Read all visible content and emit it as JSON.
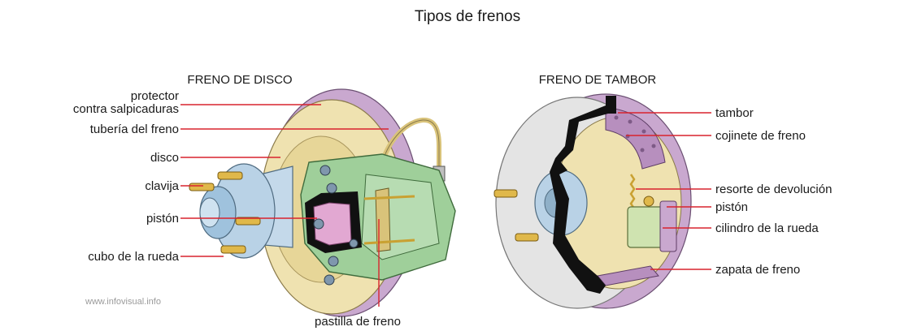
{
  "title": "Tipos de frenos",
  "disc_brake": {
    "heading": "FRENO DE DISCO",
    "labels": {
      "protector_line1": "protector",
      "protector_line2": "contra salpicaduras",
      "brake_line": "tubería del freno",
      "disc": "disco",
      "stud": "clavija",
      "piston": "pistón",
      "hub": "cubo de la rueda",
      "pad": "pastilla de freno"
    }
  },
  "drum_brake": {
    "heading": "FRENO DE TAMBOR",
    "labels": {
      "drum": "tambor",
      "lining": "cojinete de freno",
      "return_spring": "resorte de devolución",
      "piston": "pistón",
      "wheel_cylinder": "cilindro de la rueda",
      "shoe": "zapata de freno"
    }
  },
  "watermark": "www.infovisual.info",
  "colors": {
    "leader_line": "#d9232e",
    "caliper": "#9fcf9a",
    "disc": "#efe2b0",
    "splash_guard": "#c9a8cf",
    "hub": "#b9d2e6",
    "drum": "#e4e4e4",
    "lining": "#b78fbe",
    "stud": "#e0b84a"
  }
}
